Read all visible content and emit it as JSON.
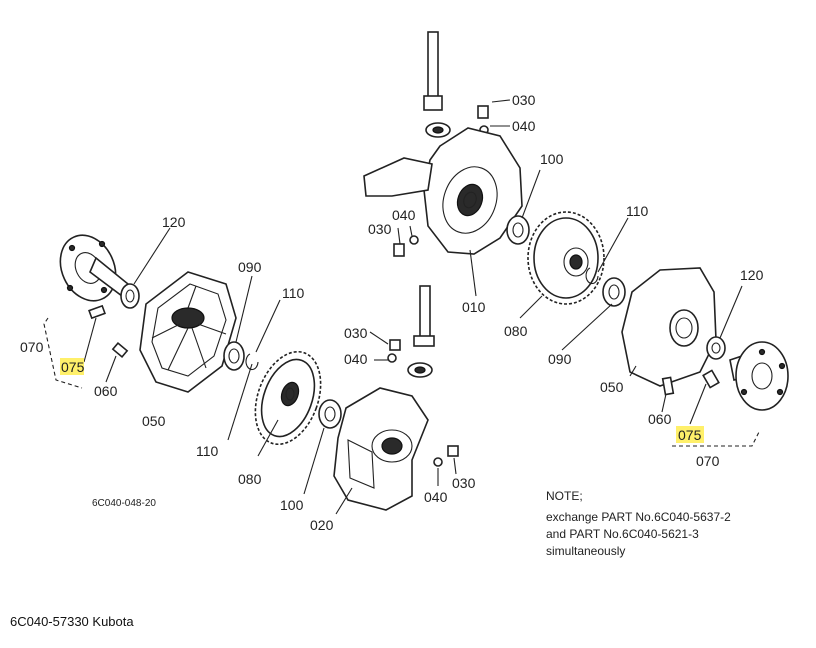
{
  "part_labels": {
    "p120_left": "120",
    "p070_left": "070",
    "p075_left": "075",
    "p060_left": "060",
    "p050_left": "050",
    "p090_left": "090",
    "p110_left": "110",
    "p110_left_lower": "110",
    "p080_left": "080",
    "p100_left": "100",
    "p030_mid": "030",
    "p040_mid": "040",
    "p020": "020",
    "p040_low": "040",
    "p030_low": "030",
    "p030_top": "030",
    "p040_top": "040",
    "p100_top": "100",
    "p040_upper": "040",
    "p030_upper": "030",
    "p010": "010",
    "p110_right": "110",
    "p080_right": "080",
    "p090_right": "090",
    "p120_right": "120",
    "p050_right": "050",
    "p060_right": "060",
    "p075_right": "075",
    "p070_right": "070"
  },
  "drawing_code": "6C040-048-20",
  "note": {
    "title": "NOTE;",
    "line1": "exchange PART No.6C040-5637-2",
    "line2": "and PART No.6C040-5621-3",
    "line3": "simultaneously"
  },
  "caption": "6C040-57330 Kubota",
  "colors": {
    "highlight": "#fff06a",
    "ink": "#222222"
  }
}
